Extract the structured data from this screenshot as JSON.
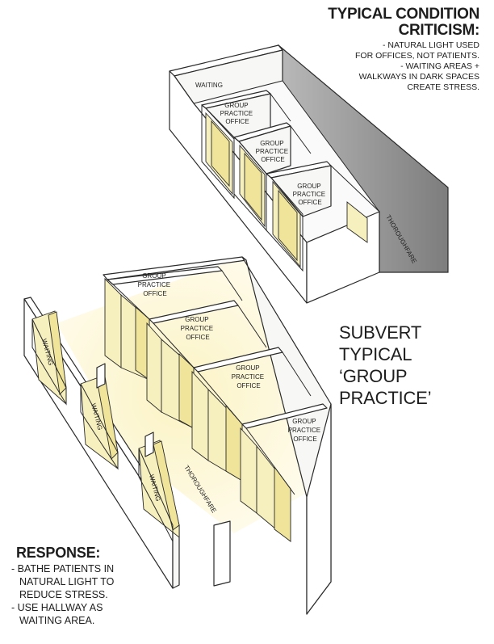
{
  "header": {
    "line1": "TYPICAL CONDITION",
    "line2": "CRITICISM:"
  },
  "criticism": [
    "- NATURAL LIGHT USED",
    "FOR OFFICES, NOT PATIENTS.",
    "- WAITING AREAS +",
    "WALKWAYS IN DARK SPACES",
    "CREATE STRESS."
  ],
  "subvert": {
    "line1": "SUBVERT TYPICAL",
    "line2": "‘GROUP PRACTICE’"
  },
  "response": {
    "heading": "RESPONSE:",
    "lines": [
      "- BATHE PATIENTS IN",
      "NATURAL LIGHT TO",
      "REDUCE STRESS.",
      "- USE HALLWAY AS",
      "WAITING AREA."
    ]
  },
  "typical_diagram": {
    "waiting": "WAITING",
    "thoroughfare": "THOROUGHFARE",
    "office": [
      "GROUP",
      "PRACTICE",
      "OFFICE"
    ]
  },
  "response_diagram": {
    "waiting": "WAITING",
    "thoroughfare": "THOROUGHFARE",
    "office": [
      "GROUP",
      "PRACTICE",
      "OFFICE"
    ]
  },
  "colors": {
    "light": "#f6efbe",
    "shadow": "#8a8a8a"
  }
}
